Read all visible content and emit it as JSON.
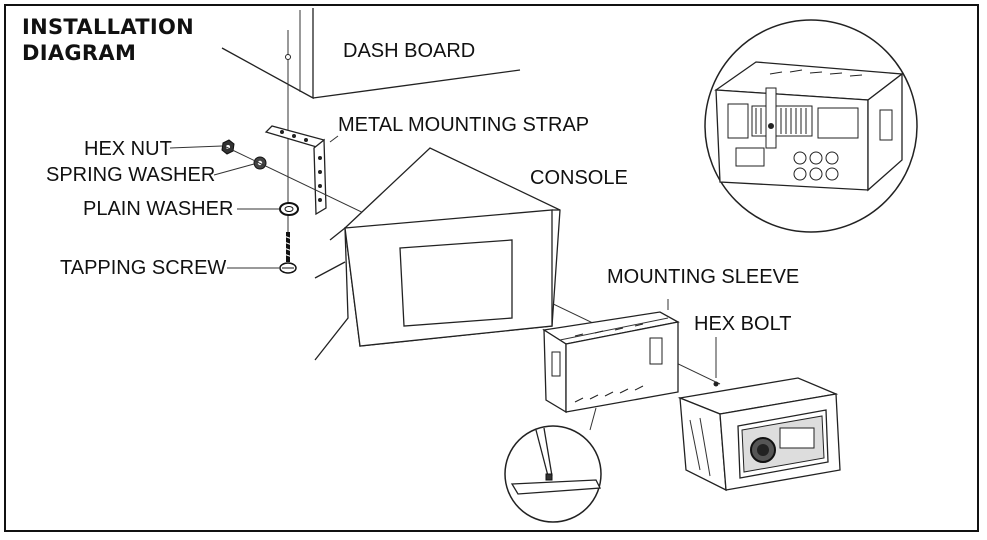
{
  "title": {
    "line1": "INSTALLATION",
    "line2": "DIAGRAM"
  },
  "labels": {
    "dash_board": "DASH BOARD",
    "metal_mounting_strap": "METAL MOUNTING STRAP",
    "hex_nut": "HEX NUT",
    "spring_washer": "SPRING WASHER",
    "plain_washer": "PLAIN WASHER",
    "tapping_screw": "TAPPING SCREW",
    "console": "CONSOLE",
    "mounting_sleeve": "MOUNTING SLEEVE",
    "hex_bolt": "HEX BOLT"
  }
}
